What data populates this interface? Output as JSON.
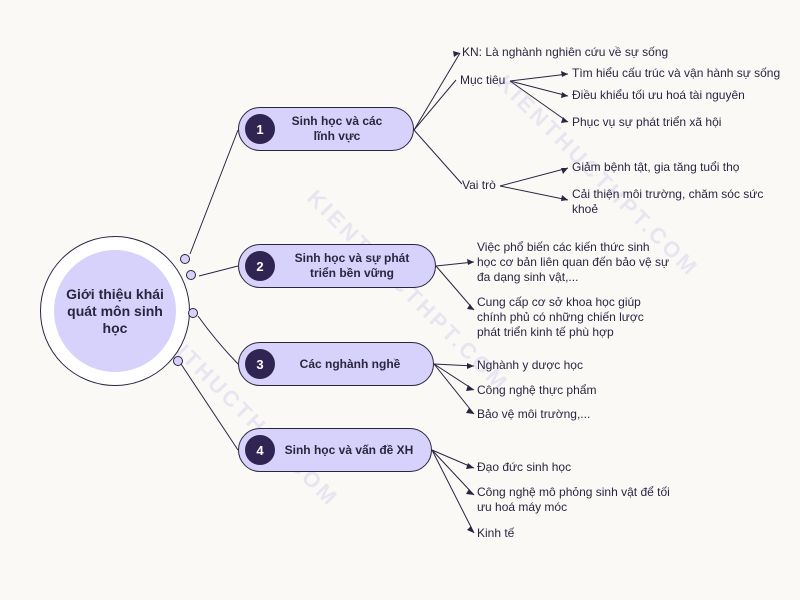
{
  "center": {
    "title": "Giới thiệu khái quát môn sinh học"
  },
  "watermark": "KIENTHUCTHPT.COM",
  "branches": [
    {
      "number": "1",
      "label": "Sinh học và các lĩnh vực"
    },
    {
      "number": "2",
      "label": "Sinh học và sự phát triển bền vững"
    },
    {
      "number": "3",
      "label": "Các nghành nghề"
    },
    {
      "number": "4",
      "label": "Sinh học và vấn đề XH"
    }
  ],
  "b1": {
    "def": "KN: Là nghành nghiên cứu về sự sống",
    "muc_tieu": {
      "label": "Mục tiêu",
      "items": [
        "Tìm hiểu cấu trúc và vận hành sự sống",
        "Điều khiểu tối ưu hoá tài nguyên",
        "Phục vụ sự phát triển xã hội"
      ]
    },
    "vai_tro": {
      "label": "Vai trò",
      "items": [
        "Giảm bệnh tật, gia tăng tuổi thọ",
        "Cải thiện môi trường, chăm sóc sức khoẻ"
      ]
    }
  },
  "b2": {
    "items": [
      "Việc phổ biến các kiến thức sinh học cơ bản liên quan đến bảo vệ sự đa dạng sinh vật,...",
      "Cung cấp cơ sở khoa học giúp chính phủ có những chiến lược phát triển kinh tế phù hợp"
    ]
  },
  "b3": {
    "items": [
      "Nghành y dược học",
      "Công nghệ thực phẩm",
      "Bảo vệ môi trường,..."
    ]
  },
  "b4": {
    "items": [
      "Đạo đức sinh học",
      "Công nghệ mô phỏng sinh vật để tối ưu hoá máy móc",
      "Kinh tế"
    ]
  }
}
